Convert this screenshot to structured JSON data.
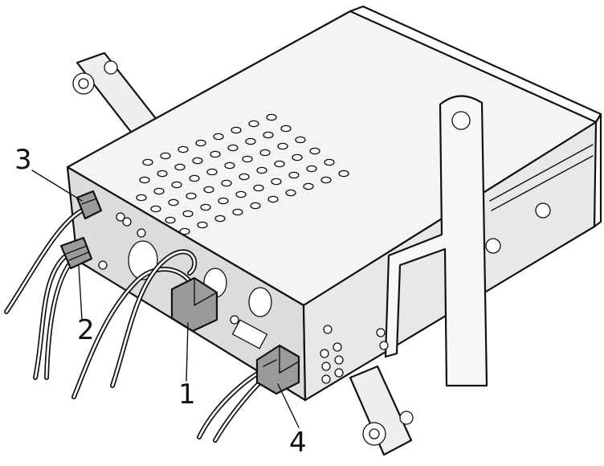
{
  "callouts": {
    "one": "1",
    "two": "2",
    "three": "3",
    "four": "4"
  },
  "colors": {
    "line": "#111111",
    "top_face": "#f4f4f4",
    "front_face": "#dcdcdc",
    "side_face": "#e8e8e8",
    "connector": "#9a9a9a",
    "background": "#ffffff"
  }
}
